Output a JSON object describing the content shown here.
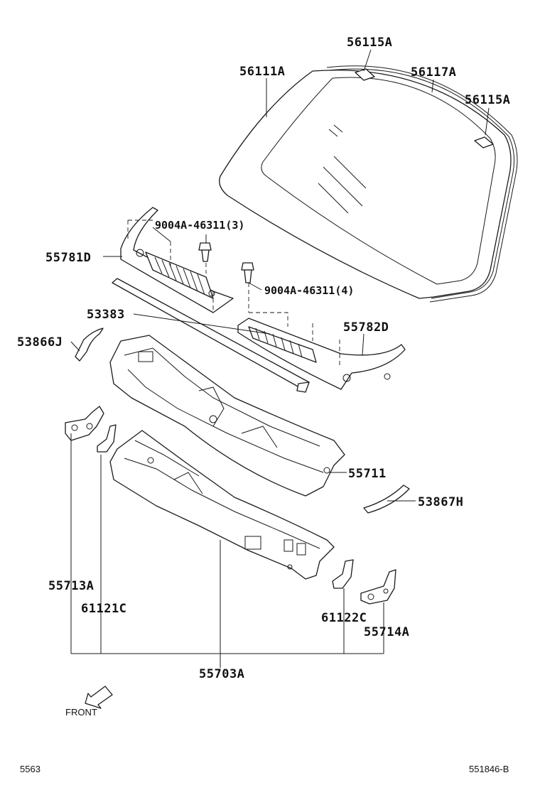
{
  "labels": {
    "p56115a_top": "56115A",
    "p56111a": "56111A",
    "p56117a": "56117A",
    "p56115a_right": "56115A",
    "p9004a_3": "9004A-46311(3)",
    "p55781d": "55781D",
    "p9004a_4": "9004A-46311(4)",
    "p53383": "53383",
    "p55782d": "55782D",
    "p53866j": "53866J",
    "p55711": "55711",
    "p53867h": "53867H",
    "p55713a": "55713A",
    "p61121c": "61121C",
    "p61122c": "61122C",
    "p55714a": "55714A",
    "p55703a": "55703A"
  },
  "front_label": "FRONT",
  "footer": {
    "left_code": "5563",
    "right_code": "551846-B"
  },
  "colors": {
    "line": "#1a1a1a",
    "background": "#ffffff"
  },
  "icons": {
    "front_arrow": "front-arrow-icon"
  }
}
